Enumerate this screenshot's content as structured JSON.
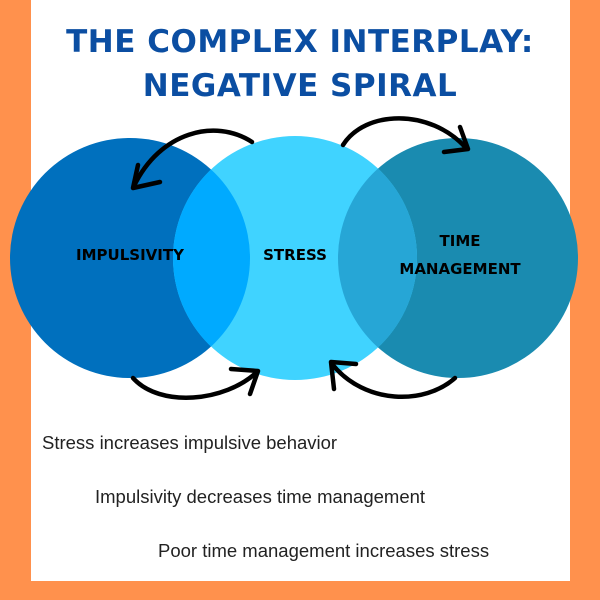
{
  "title": {
    "line1": "THE COMPLEX INTERPLAY:",
    "line2": "NEGATIVE SPIRAL"
  },
  "circles": {
    "impulsivity": "IMPULSIVITY",
    "stress": "STRESS",
    "time_line1": "TIME",
    "time_line2": "MANAGEMENT"
  },
  "statements": [
    "Stress increases impulsive behavior",
    "Impulsivity decreases time management",
    "Poor time management increases stress"
  ],
  "colors": {
    "background": "#FF914D",
    "title": "#0B4EA2",
    "impulsivity": "#0070BE",
    "stress": "#40D3FF",
    "time_management": "#1A8BB0",
    "overlap_left": "#00AAFF",
    "overlap_right": "#26A6D6"
  }
}
